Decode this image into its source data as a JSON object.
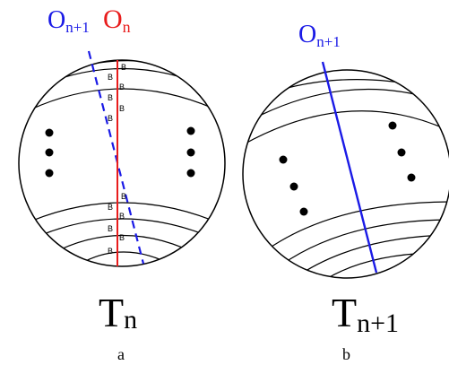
{
  "panel_a": {
    "label_top_blue_main": "O",
    "label_top_blue_sub": "n+1",
    "label_top_red_main": "O",
    "label_top_red_sub": "n",
    "tree_label_main": "T",
    "tree_label_sub": "n",
    "caption": "a",
    "b_marker": "B"
  },
  "panel_b": {
    "label_top_main": "O",
    "label_top_sub": "n+1",
    "tree_label_main": "T",
    "tree_label_sub": "n+1",
    "caption": "b"
  },
  "colors": {
    "blue": "#1a1ae6",
    "red": "#e81c1c",
    "black": "#000000"
  }
}
